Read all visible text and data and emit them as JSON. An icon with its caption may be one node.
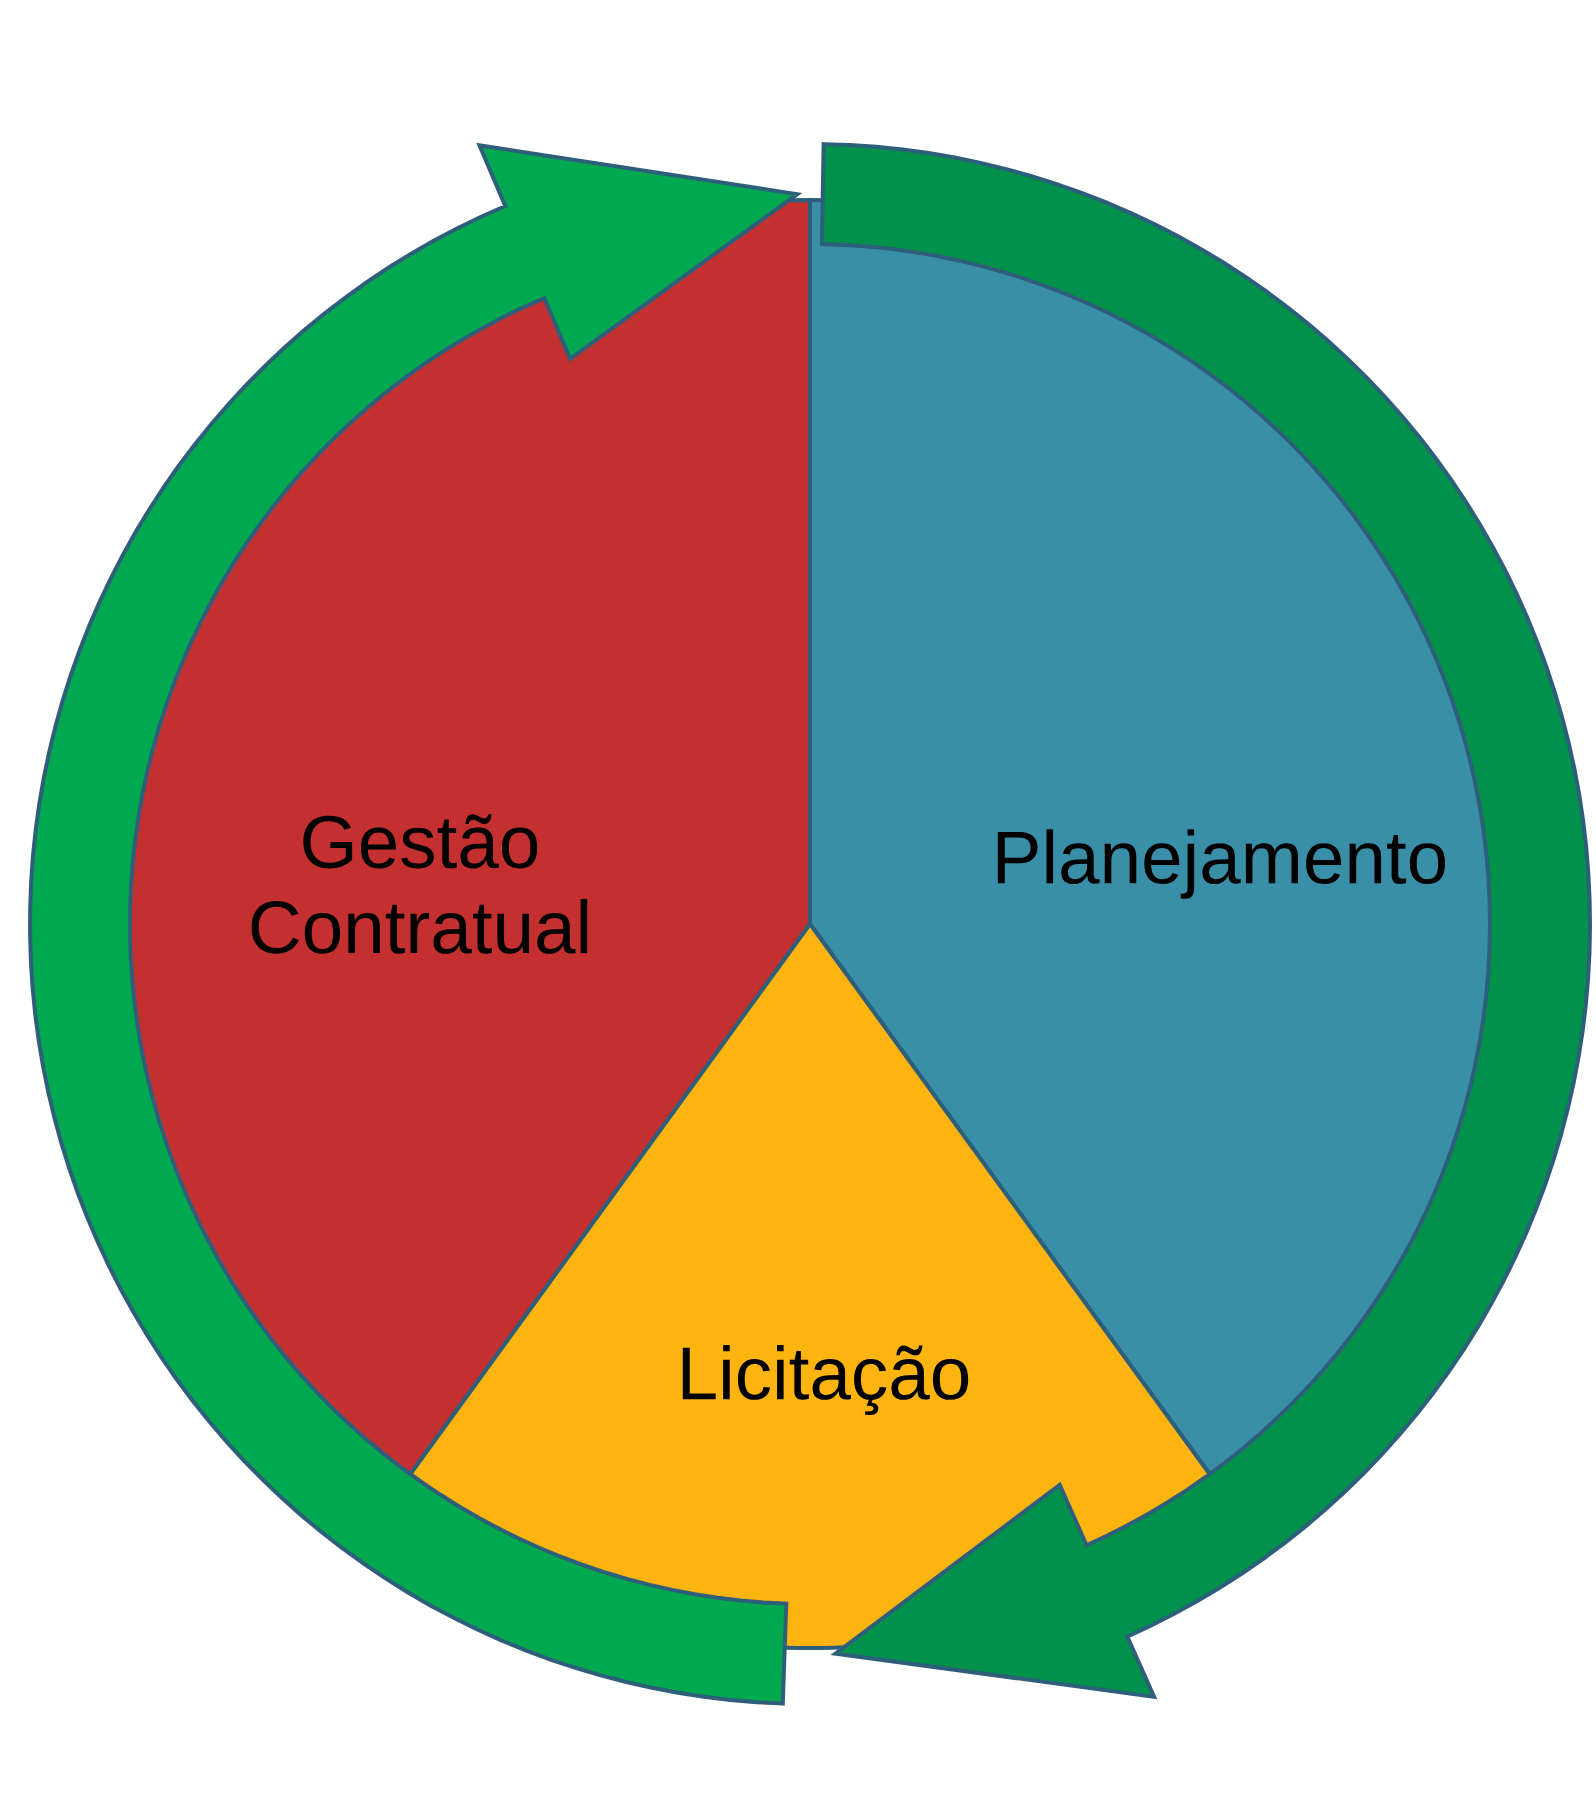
{
  "diagram": {
    "nodes": [
      {
        "text": [
          "Gestão Contratual"
        ]
      },
      {
        "text": [
          "Planejamento"
        ]
      },
      {
        "text": [
          "Licitação"
        ]
      }
    ]
  }
}
